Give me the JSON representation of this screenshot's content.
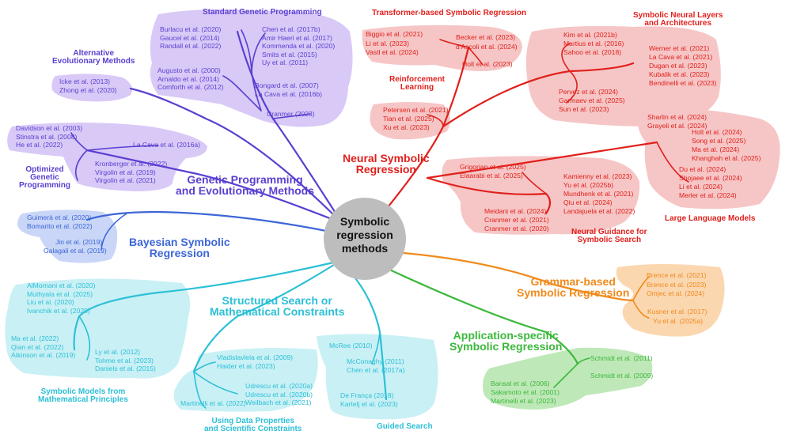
{
  "center": {
    "title": "Symbolic\nregression\nmethods"
  },
  "colors": {
    "gp": "#5b3fd0",
    "gp_fill": "#d9c9f7",
    "bayes": "#3c66d8",
    "bayes_fill": "#c9d6f7",
    "struct": "#2cc0d6",
    "struct_fill": "#c9f0f5",
    "neural": "#e0201c",
    "neural_fill": "#f6c6c6",
    "grammar": "#f08a1c",
    "grammar_fill": "#fbd7b0",
    "app": "#3cb83c",
    "app_fill": "#bfe8b8"
  },
  "branches": {
    "gp": {
      "title": "Genetic Programming\nand Evolutionary Methods"
    },
    "bayes": {
      "title": "Bayesian Symbolic\nRegression"
    },
    "struct": {
      "title": "Structured Search or\nMathematical Constraints"
    },
    "neural": {
      "title": "Neural Symbolic\nRegression"
    },
    "grammar": {
      "title": "Grammar-based\nSymbolic Regression"
    },
    "app": {
      "title": "Application-specific\nSymbolic Regression"
    }
  },
  "subs": {
    "standard_gp": "Standard Genetic Programming",
    "alt_evo": "Alternative\nEvolutionary Methods",
    "opt_gp": "Optimized\nGenetic\nProgramming",
    "transformer": "Transformer-based Symbolic Regression",
    "rl": "Reinforcement\nLearning",
    "snl": "Symbolic Neural Layers\nand Architectures",
    "llm": "Large Language Models",
    "neural_guidance": "Neural Guidance for\nSymbolic Search",
    "math_models": "Symbolic Models from\nMathematical Principles",
    "data_props": "Using Data Properties\nand Scientific Constraints",
    "guided": "Guided Search"
  },
  "refs": {
    "sgp_a": [
      "Burlacu et al. (2020)",
      "Gaucel et al. (2014)",
      "Randall et al. (2022)"
    ],
    "sgp_b": [
      "Chen et al. (2017b)",
      "Amir Haeri et al. (2017)",
      "Kommenda et al. (2020)",
      "Smits et al. (2015)",
      "Uy et al. (2011)"
    ],
    "sgp_c": [
      "Augusto et al. (2000)",
      "Arnaldo et al. (2014)",
      "Comforth et al. (2012)"
    ],
    "sgp_d": [
      "Bongard et al. (2007)",
      "La Cava et al. (2016b)"
    ],
    "sgp_e": [
      "Cranmer (2023)"
    ],
    "alt": [
      "Icke et al. (2013)",
      "Zhong et al. (2020)"
    ],
    "opt_a": [
      "Davidson et al. (2003)",
      "Stinstra et al. (2008)",
      "He et al. (2022)"
    ],
    "opt_b": [
      "La Cava et al. (2016a)"
    ],
    "opt_c": [
      "Kronberger et al. (2022)",
      "Virgolin et al. (2019)",
      "Virgolin et al. (2021)"
    ],
    "bayes": [
      "Guimerà et al. (2020)",
      "Bomarito et al. (2022)",
      "Jin et al. (2019)",
      "Galagali et al. (2019)"
    ],
    "math_a": [
      "AlMomani et al. (2020)",
      "Muthyala et al. (2025)",
      "Liu et al. (2020)",
      "Ivanchik et al. (2025)"
    ],
    "math_b": [
      "Ma et al. (2022)",
      "Qian et al. (2022)",
      "Atkinson et al. (2019)"
    ],
    "math_c": [
      "Ly et al. (2012)",
      "Tohme et al. (2023)",
      "Daniels et al. (2015)"
    ],
    "dp_a": [
      "Vladislavlela et al. (2009)",
      "Haider et al. (2023)"
    ],
    "dp_b": [
      "Udrescu et al. (2020a)",
      "Udrescu et al. (2020b)",
      "Weilbach et al. (2021)"
    ],
    "dp_c": [
      "Martinelli et al. (2022)"
    ],
    "guided_a": [
      "McRee (2010)"
    ],
    "guided_b": [
      "McConaghy (2011)",
      "Chen et al. (2017a)"
    ],
    "guided_c": [
      "De França (2018)",
      "Kartelj et al. (2023)"
    ],
    "tr_a": [
      "Biggio et al. (2021)",
      "Li et al. (2023)",
      "Vastl et al. (2024)"
    ],
    "tr_b": [
      "Becker et al. (2023)",
      "d'Ascoli et al. (2024)"
    ],
    "tr_c": [
      "Holt et al. (2023)"
    ],
    "rl": [
      "Petersen et al. (2021)",
      "Tian et al. (2025)",
      "Xu et al. (2023)"
    ],
    "snl_a": [
      "Kim et al. (2021b)",
      "Martius et al. (2016)",
      "Sahoo et al. (2018)"
    ],
    "snl_b": [
      "Werner et al. (2021)",
      "La Cava et al. (2021)",
      "Dugan et al. (2023)",
      "Kubalik et al. (2023)",
      "Bendinelli et al. (2023)"
    ],
    "snl_c": [
      "Pervez et al. (2024)",
      "Garmaev et al. (2025)",
      "Sun et al. (2023)"
    ],
    "llm_a": [
      "Sharlin et al. (2024)",
      "Grayeli et al. (2024)"
    ],
    "llm_b": [
      "Holt et al. (2024)",
      "Song et al. (2025)",
      "Ma et al. (2024)",
      "Khanghah et al. (2025)"
    ],
    "llm_c": [
      "Du et al. (2024)",
      "Shojaee et al. (2024)",
      "Li et al. (2024)",
      "Merler et al. (2024)"
    ],
    "ng_a": [
      "Grigorian et al. (2025)",
      "Elaarabi et al. (2025)"
    ],
    "ng_b": [
      "Kamienny et al. (2023)",
      "Yu et al. (2025b)",
      "Mundhenk et al. (2021)",
      "Qiu et al. (2024)",
      "Landajuela et al. (2022)"
    ],
    "ng_c": [
      "Meidani et al. (2024)",
      "Cranmer et al. (2021)",
      "Cranmer et al. (2020)"
    ],
    "grammar": [
      "Brence et al. (2021)",
      "Brence et al. (2023)",
      "Omjec et al. (2024)",
      "Kusner et al. (2017)",
      "Yu et al. (2025a)"
    ],
    "app_a": [
      "Schmidt et al. (2011)",
      "Schmidt et al. (2009)"
    ],
    "app_b": [
      "Bansal et al. (2006)",
      "Sakamoto et al. (2001)",
      "Martinelli et al. (2023)"
    ]
  }
}
